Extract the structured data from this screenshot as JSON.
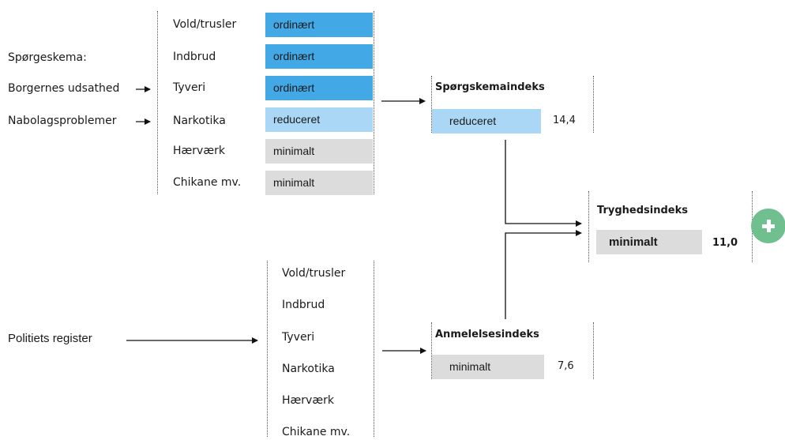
{
  "inputs": {
    "questionnaire_label": "Spørgeskema:",
    "exposure_label": "Borgernes udsathed",
    "neighborhood_label": "Nabolagsproblemer",
    "police_label": "Politiets register"
  },
  "survey_categories": [
    {
      "label": "Vold/trusler",
      "rating": "ordinært"
    },
    {
      "label": "Indbrud",
      "rating": "ordinært"
    },
    {
      "label": "Tyveri",
      "rating": "ordinært"
    },
    {
      "label": "Narkotika",
      "rating": "reduceret"
    },
    {
      "label": "Hærværk",
      "rating": "minimalt"
    },
    {
      "label": "Chikane mv.",
      "rating": "minimalt"
    }
  ],
  "register_categories": [
    "Vold/trusler",
    "Indbrud",
    "Tyveri",
    "Narkotika",
    "Hærværk",
    "Chikane mv."
  ],
  "survey_index": {
    "title": "Spørgskemaindeks",
    "rating": "reduceret",
    "value": "14,4"
  },
  "report_index": {
    "title": "Anmelelsesindeks",
    "rating": "minimalt",
    "value": "7,6"
  },
  "safety_index": {
    "title": "Tryghedsindeks",
    "rating": "minimalt",
    "value": "11,0"
  },
  "colors": {
    "ordinary": "#43a9e6",
    "reduced": "#a9d7f5",
    "minimal": "#dcdcdc",
    "plus": "#6fbf8f"
  },
  "icons": {
    "expand": "plus-circle-icon"
  }
}
